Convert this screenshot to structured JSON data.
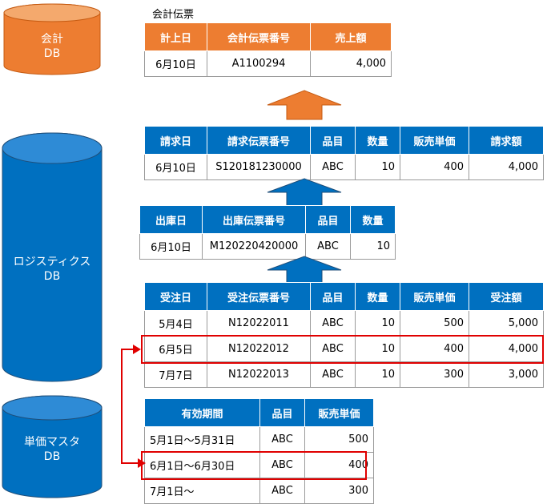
{
  "databases": {
    "accounting": {
      "line1": "会計",
      "line2": "DB"
    },
    "logistics": {
      "line1": "ロジスティクス",
      "line2": "DB"
    },
    "price_master": {
      "line1": "単価マスタ",
      "line2": "DB"
    }
  },
  "accounting_table": {
    "title": "会計伝票",
    "headers": [
      "計上日",
      "会計伝票番号",
      "売上額"
    ],
    "rows": [
      [
        "6月10日",
        "A1100294",
        "4,000"
      ]
    ]
  },
  "invoice_table": {
    "headers": [
      "請求日",
      "請求伝票番号",
      "品目",
      "数量",
      "販売単価",
      "請求額"
    ],
    "rows": [
      [
        "6月10日",
        "S120181230000",
        "ABC",
        "10",
        "400",
        "4,000"
      ]
    ]
  },
  "shipment_table": {
    "headers": [
      "出庫日",
      "出庫伝票番号",
      "品目",
      "数量"
    ],
    "rows": [
      [
        "6月10日",
        "M120220420000",
        "ABC",
        "10"
      ]
    ]
  },
  "order_table": {
    "headers": [
      "受注日",
      "受注伝票番号",
      "品目",
      "数量",
      "販売単価",
      "受注額"
    ],
    "rows": [
      [
        "5月4日",
        "N12022011",
        "ABC",
        "10",
        "500",
        "5,000"
      ],
      [
        "6月5日",
        "N12022012",
        "ABC",
        "10",
        "400",
        "4,000"
      ],
      [
        "7月7日",
        "N12022013",
        "ABC",
        "10",
        "300",
        "3,000"
      ]
    ]
  },
  "price_table": {
    "headers": [
      "有効期間",
      "品目",
      "販売単価"
    ],
    "rows": [
      [
        "5月1日～5月31日",
        "ABC",
        "500"
      ],
      [
        "6月1日～6月30日",
        "ABC",
        "400"
      ],
      [
        "7月1日～",
        "ABC",
        "300"
      ]
    ]
  },
  "colors": {
    "blue": "#0070c0",
    "orange": "#ed7d31",
    "highlight_red": "#e00000"
  }
}
